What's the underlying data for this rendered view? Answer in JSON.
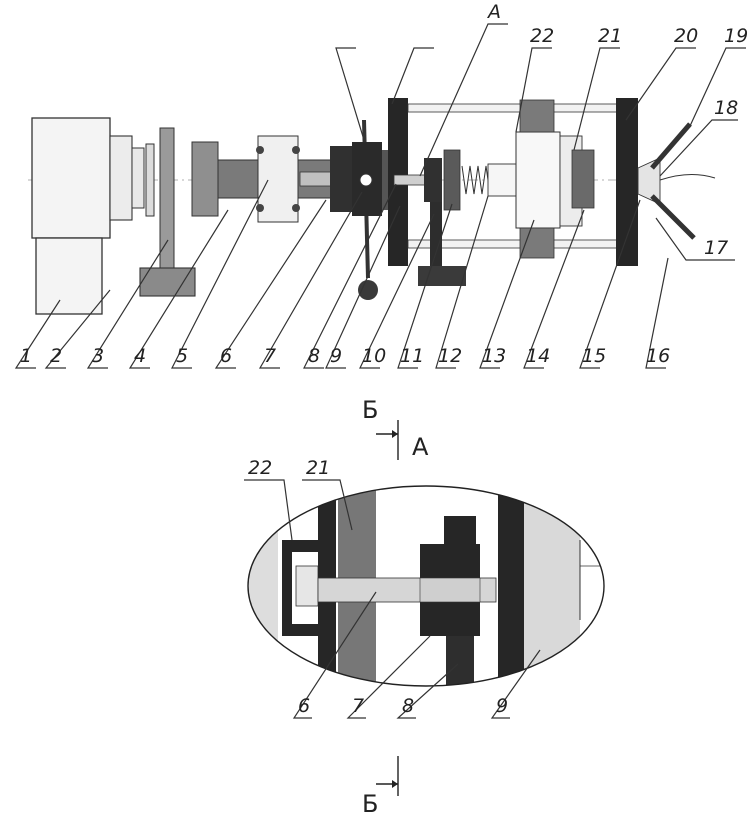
{
  "diagram": {
    "main_labels": [
      "1",
      "2",
      "3",
      "4",
      "5",
      "6",
      "7",
      "8",
      "9",
      "10",
      "11",
      "12",
      "13",
      "14",
      "15",
      "16",
      "17",
      "18",
      "19",
      "20",
      "21",
      "22"
    ],
    "view_callout": "А",
    "detail_labels": [
      "22",
      "21",
      "6",
      "7",
      "8",
      "9"
    ],
    "detail_title": "А",
    "section_letter_top": "Б",
    "section_letter_bottom": "Б"
  },
  "colors": {
    "dark": "#262626",
    "mid": "#6a6a6a",
    "light": "#c8c8c8",
    "outline": "#333333"
  }
}
